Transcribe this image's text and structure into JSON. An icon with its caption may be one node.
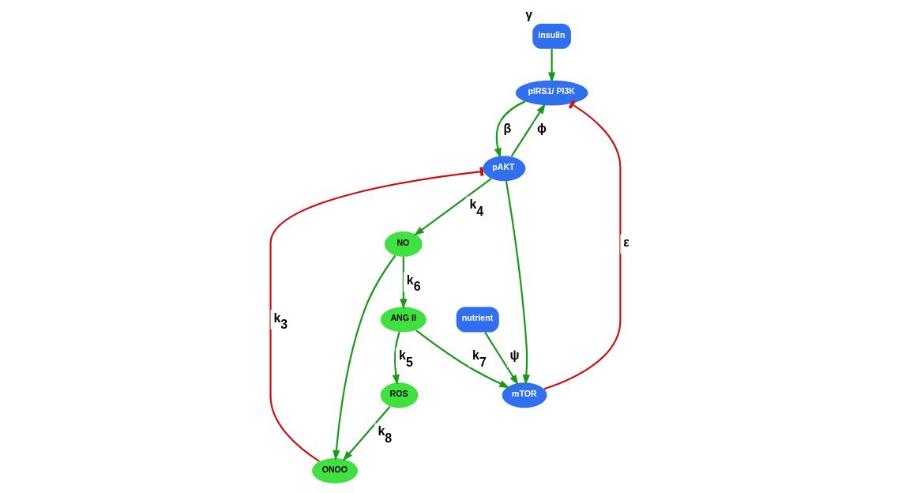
{
  "diagram": {
    "nodes": [
      {
        "text": [
          "insulin"
        ],
        "beside": [
          "γ"
        ]
      },
      {
        "text": [
          "pIRS1/ PI3K"
        ]
      },
      {
        "text": [
          "ANG II"
        ]
      },
      {
        "text": [
          "mTOR"
        ]
      },
      {
        "text": [
          "nutrient"
        ]
      },
      {
        "text": [
          "ONOO"
        ]
      },
      {
        "text": [
          "ROS"
        ]
      },
      {
        "text": [
          "pAKT"
        ]
      },
      {
        "text": [
          "NO"
        ]
      }
    ],
    "edges": [
      {
        "from": 0,
        "to": 1,
        "arrow": "to"
      },
      {
        "from": 3,
        "to": 1,
        "arrow": "other",
        "label": "ε",
        "color": "#cc1111"
      },
      {
        "from": 1,
        "to": 7,
        "arrow": "to",
        "label": "β"
      },
      {
        "from": 7,
        "to": 1,
        "arrow": "to",
        "label": "ϕ"
      },
      {
        "from": 2,
        "to": 3,
        "arrow": "to",
        "label": "k$_{7}$"
      },
      {
        "from": 4,
        "to": 3,
        "arrow": "to",
        "label": "ψ"
      },
      {
        "from": 2,
        "to": 6,
        "arrow": "to",
        "label": "k$_{5}$"
      },
      {
        "from": 5,
        "to": 7,
        "arrow": "other",
        "label": "k$_{3}$",
        "color": "#cc1111"
      },
      {
        "from": 6,
        "to": 5,
        "arrow": "to",
        "label": "k$_{8}$"
      },
      {
        "from": 8,
        "to": 5,
        "arrow": "to"
      },
      {
        "from": 7,
        "to": 3,
        "arrow": "to"
      },
      {
        "from": 7,
        "to": 8,
        "arrow": "to",
        "label": "k$_{4}$"
      },
      {
        "from": 8,
        "to": 2,
        "arrow": "to",
        "label": "k$_{6}$"
      }
    ]
  }
}
